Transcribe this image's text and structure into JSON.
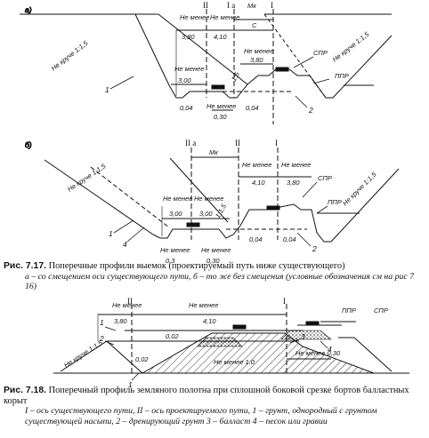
{
  "figures": {
    "fig_a": {
      "panel_label": "a)",
      "slope_left": "Не круче 1:1,5",
      "slope_right": "Не круче 1:1,5",
      "axis_I": "I",
      "axis_II": "II",
      "axis_Ia": "I а",
      "mk": "Mк",
      "c": "С",
      "not_less": "Не менее",
      "dims": [
        "3,80",
        "4,10",
        "3,80",
        "3,00",
        "0,30",
        "0,04",
        "0,04"
      ],
      "slope_mid": "1:5",
      "spr": "СПР",
      "ppr": "ППР",
      "num1": "1",
      "num2": "2"
    },
    "fig_b": {
      "panel_label": "б)",
      "slope_left": "Не круче 1:1,5",
      "slope_right": "Не круче 1:1,5",
      "axis_I": "I",
      "axis_II": "II",
      "axis_IIa": "II а",
      "mk": "Mк",
      "not_less": "Не менее",
      "dims": [
        "4,10",
        "3,80",
        "3,00",
        "3,00",
        "0,3",
        "0,30",
        "0,04",
        "0,04"
      ],
      "slope_mid": "1:1,5",
      "spr": "СПР",
      "ppr": "ППР",
      "num1": "1",
      "num2": "2",
      "num4": "4"
    },
    "fig_c": {
      "axis_I": "I",
      "axis_II": "II",
      "not_less": "Не менее",
      "dims": [
        "3,80",
        "4,10",
        "0,02",
        "0,02",
        "1,0",
        "0,30"
      ],
      "not_less_1": "Не менее 1,0",
      "not_less_030": "Не менее 0,30",
      "slope_left": "Не круче 1:1,5",
      "ppr": "ППР",
      "spr": "СПР",
      "nums": [
        "1",
        "2",
        "3",
        "4",
        "1"
      ]
    }
  },
  "captions": {
    "fig717_num": "Рис. 7.17.",
    "fig717_title": "Поперечные профили выемок (проектируемый путь ниже существующего)",
    "fig717_sub": "а – со смещением оси существующего пути, б – то же без смещения (условные обозначения см на рис 7 16)",
    "fig718_num": "Рис. 7.18.",
    "fig718_title": "Поперечный профиль земляного полотна при сплошной боковой срезке бортов балластных корыт",
    "fig718_sub": "I – ось существующего пути, II – ось проектируемого пути, 1 – грунт, однородный с грунтом существующей насыпи, 2 – дренирующий грунт 3 – балласт 4 – песок или гравии"
  }
}
